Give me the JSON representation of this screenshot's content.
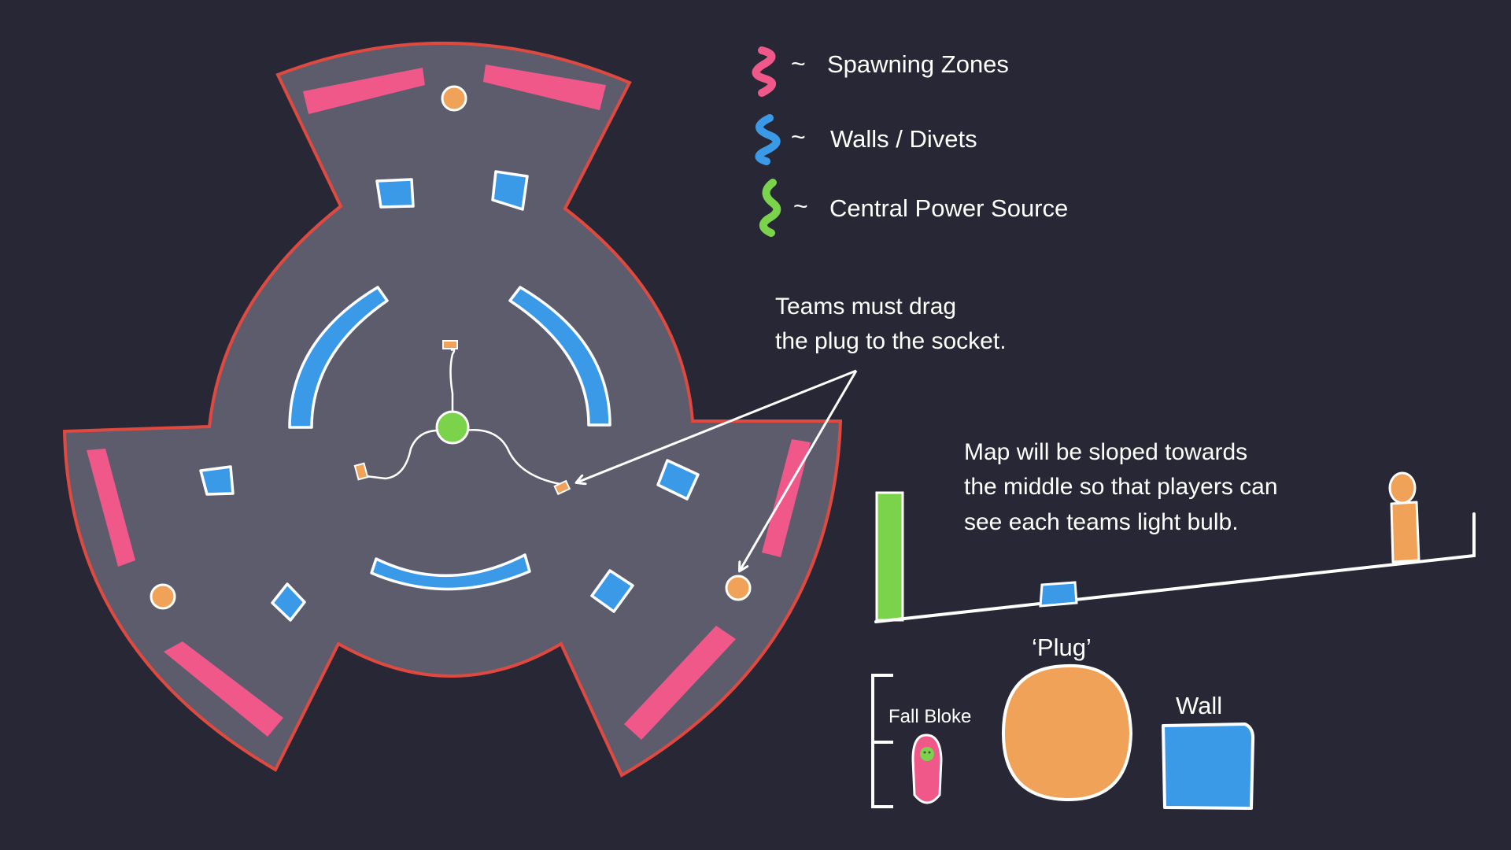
{
  "colors": {
    "background": "#272735",
    "arena": "#5d5c6c",
    "arena_border": "#e0493f",
    "spawn_zone": "#f0588a",
    "wall": "#3b9ae8",
    "power_source": "#7ad34a",
    "plug": "#efa258",
    "outline": "#ffffff"
  },
  "legend": [
    {
      "label": "Spawning Zones",
      "color": "#f0588a",
      "icon": "pink-squiggle-icon"
    },
    {
      "label": "Walls / Divets",
      "color": "#3b9ae8",
      "icon": "blue-squiggle-icon"
    },
    {
      "label": "Central Power Source",
      "color": "#7ad34a",
      "icon": "green-squiggle-icon"
    }
  ],
  "legend_separator": "~",
  "annotations": {
    "plug_note": [
      "Teams must drag",
      "the plug to the socket."
    ],
    "slope_note": [
      "Map will be sloped towards",
      "the middle so that players can",
      "see each teams light bulb."
    ]
  },
  "key": {
    "fall_bloke": "Fall Bloke",
    "plug": "‘Plug’",
    "wall": "Wall"
  }
}
